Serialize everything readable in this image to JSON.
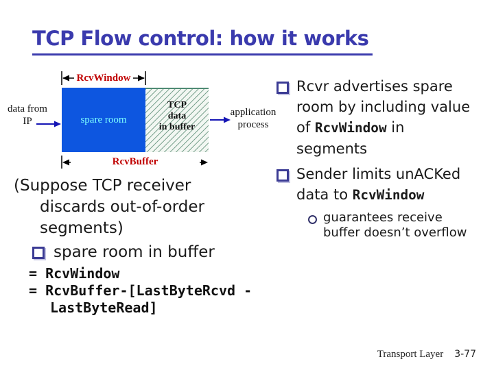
{
  "title": "TCP Flow control: how it works",
  "diagram": {
    "rcv_window_label": "RcvWindow",
    "rcv_buffer_label": "RcvBuffer",
    "data_from_lines": [
      "data from",
      "IP"
    ],
    "spare_room_label": "spare room",
    "tcp_data_lines": [
      "TCP",
      "data",
      "in buffer"
    ],
    "app_process_lines": [
      "application",
      "process"
    ]
  },
  "left": {
    "suppose_lines": [
      "(Suppose TCP receiver",
      "discards out-of-order",
      "segments)"
    ],
    "bullet_spare_room": "spare room in buffer",
    "mono_lines": [
      "= RcvWindow",
      "= RcvBuffer-[LastByteRcvd -",
      "LastByteRead]"
    ]
  },
  "right": {
    "bullet1": {
      "line1": "Rcvr advertises spare",
      "line2": "room by including value",
      "line3_pre": "of ",
      "line3_code": "RcvWindow",
      "line3_post": " in",
      "line4": "segments"
    },
    "bullet2": {
      "line1": "Sender limits unACKed",
      "line2_pre": "data to ",
      "line2_code": "RcvWindow"
    },
    "sub_bullet_lines": [
      "guarantees receive",
      "buffer doesn’t overflow"
    ]
  },
  "footer": {
    "section": "Transport Layer",
    "page_number": "3-77"
  },
  "colors": {
    "title": "#3a3aad",
    "diagram_label_red": "#c00000",
    "spare_room_fill": "#0d56e0",
    "spare_room_text": "#7dffff",
    "hatch_line": "#4e8a74",
    "arrow_blue": "#1515b5",
    "bullet_square": "#3b3b94"
  }
}
